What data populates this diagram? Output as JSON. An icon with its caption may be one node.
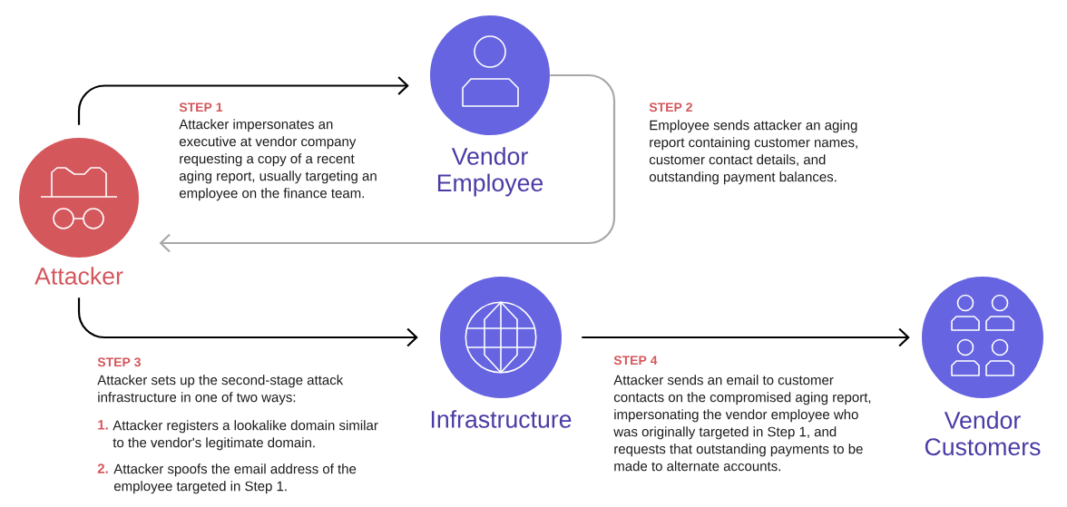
{
  "diagram": {
    "nodes": [
      {
        "text": [
          "Attacker"
        ]
      },
      {
        "text": [
          "Vendor Employee"
        ]
      },
      {
        "text": [
          "Infrastructure"
        ]
      },
      {
        "text": [
          "Vendor Customers"
        ]
      }
    ],
    "edges": [
      {
        "from": 0,
        "to": 1,
        "arrow": "to"
      },
      {
        "from": 1,
        "to": 0,
        "arrow": "to",
        "color": "#a8a8a8"
      },
      {
        "from": 0,
        "to": 2,
        "arrow": "to"
      },
      {
        "from": 2,
        "to": 3,
        "arrow": "to"
      }
    ],
    "labels": [
      "STEP 1",
      "Attacker impersonates an executive at vendor company requesting a copy of a recent aging report, usually targeting an employee on the finance team.",
      "STEP 2",
      "Employee sends attacker an aging report containing customer names, customer contact details, and outstanding payment balances.",
      "STEP 3",
      "Attacker sets up the second-stage attack infrastructure in one of two ways:",
      "1.",
      "Attacker registers a lookalike domain similar to the vendor's legitimate domain.",
      "2.",
      "Attacker spoofs the email address of the employee targeted in Step 1.",
      "STEP 4",
      "Attacker sends an email to customer contacts on the compromised aging report, impersonating the vendor employee who was originally targeted in Step 1, and requests that outstanding payments to be made to alternate accounts."
    ]
  }
}
